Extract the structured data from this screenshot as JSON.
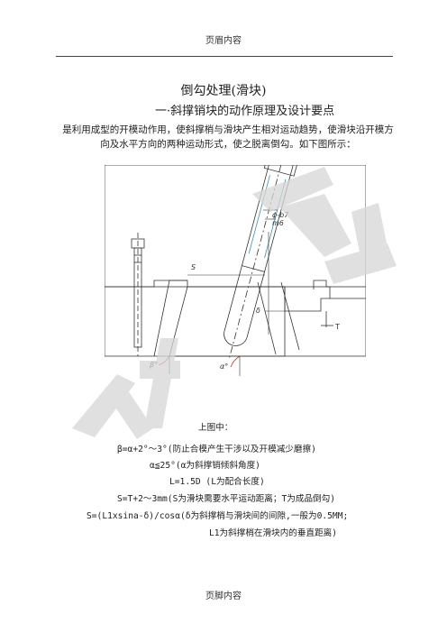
{
  "header": {
    "text": "页眉内容"
  },
  "title": "倒勾处理(滑块)",
  "subtitle": "一·斜撑销块的动作原理及设计要点",
  "intro": {
    "line1": "是利用成型的开模动作用，使斜撑梢与滑块产生相对运动趋势，使滑块沿开模方",
    "line2": "向及水平方向的两种运动形式，使之脱离倒勾。如下图所示："
  },
  "figure": {
    "label_s": "S",
    "label_tol_a": "ϕ-b7",
    "label_tol_b": "m6",
    "label_delta": "δ",
    "label_t": "T",
    "label_beta": "β°",
    "label_alpha": "α°"
  },
  "formulas": {
    "heading": "上图中：",
    "line1": "β=α+2°～3°(防止合模产生干涉以及开模减少磨擦)",
    "line2": "α≦25°(α为斜撑销倾斜角度)",
    "line3": "L=1.5D  (L为配合长度)",
    "line4": "S=T+2～3mm(S为滑块需要水平运动距离；T为成品倒勾)",
    "line5": "S=(L1xsina-δ)/cosα(δ为斜撑梢与滑块间的间隙,一般为0.5MM;",
    "line6": "L1为斜撑梢在滑块内的垂直距离)"
  },
  "watermark": {
    "text": "欢迎下载"
  },
  "footer": {
    "text": "页脚内容"
  }
}
